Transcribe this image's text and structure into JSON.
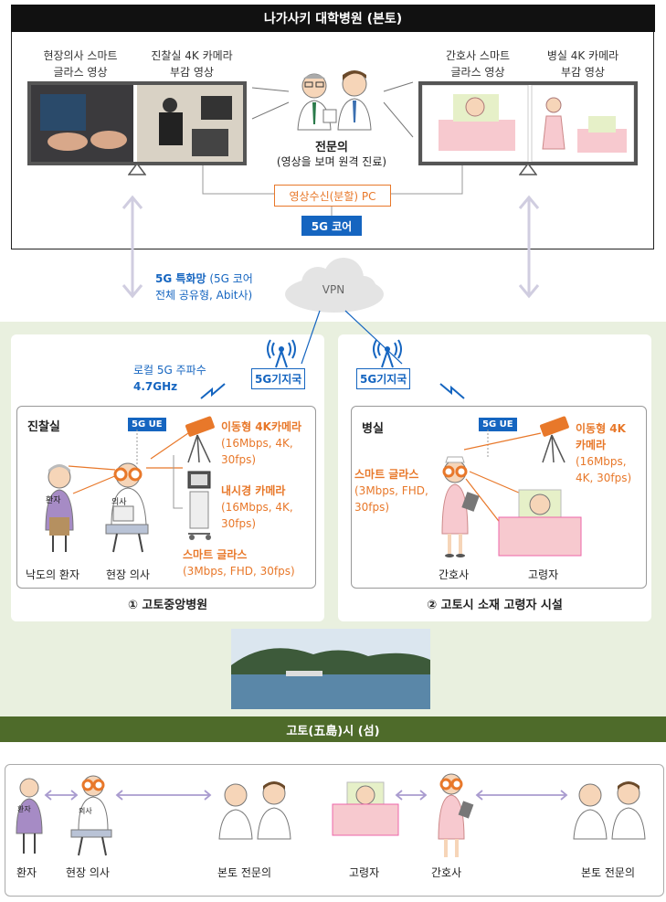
{
  "header": {
    "title": "나가사키 대학병원 (본토)"
  },
  "hospital": {
    "left_caption_1": "현장의사 스마트\n글라스 영상",
    "left_caption_2": "진찰실 4K 카메라\n부감 영상",
    "right_caption_1": "간호사 스마트\n글라스 영상",
    "right_caption_2": "병실 4K 카메라\n부감 영상",
    "specialist_title": "전문의",
    "specialist_sub": "(영상을 보며 원격 진료)",
    "pc_label": "영상수신(분할) PC",
    "core_label": "5G 코어"
  },
  "network": {
    "network_title": "5G 특화망",
    "network_desc_1": " (5G 코어",
    "network_desc_2": "전체 공유형, Abit사)",
    "vpn": "VPN",
    "local_freq_label": "로컬 5G 주파수",
    "local_freq_value": "4.7GHz",
    "base_station": "5G기지국"
  },
  "site1": {
    "room_label": "진찰실",
    "ue_label": "5G UE",
    "cam_name": "이동형 4K카메라",
    "cam_spec": "(16Mbps, 4K,\n30fps)",
    "endo_name": "내시경 카메라",
    "endo_spec": "(16Mbps, 4K,\n30fps)",
    "glass_name": "스마트 글라스",
    "glass_spec": "(3Mbps, FHD, 30fps)",
    "patient_tag": "환자",
    "doctor_tag": "의사",
    "patient_label": "낙도의 환자",
    "doctor_label": "현장 의사",
    "site_title": "① 고토중앙병원"
  },
  "site2": {
    "room_label": "병실",
    "ue_label": "5G UE",
    "cam_name": "이동형 4K\n카메라",
    "cam_spec": "(16Mbps,\n4K, 30fps)",
    "glass_name": "스마트 글라스",
    "glass_spec": "(3Mbps, FHD,\n30fps)",
    "nurse_label": "간호사",
    "elder_label": "고령자",
    "site_title": "② 고토시 소재 고령자 시설"
  },
  "island": {
    "label": "고토(五島)시 (섬)"
  },
  "bottom": {
    "patient_tag": "환자",
    "doctor_tag": "의사",
    "patient": "환자",
    "doctor": "현장 의사",
    "specialist_1": "본토 전문의",
    "elder": "고령자",
    "nurse": "간호사",
    "specialist_2": "본토 전문의"
  },
  "colors": {
    "accent_blue": "#1565c0",
    "accent_orange": "#e8782a",
    "island_green": "#4e6b2a",
    "region_bg": "#e9f0df"
  }
}
